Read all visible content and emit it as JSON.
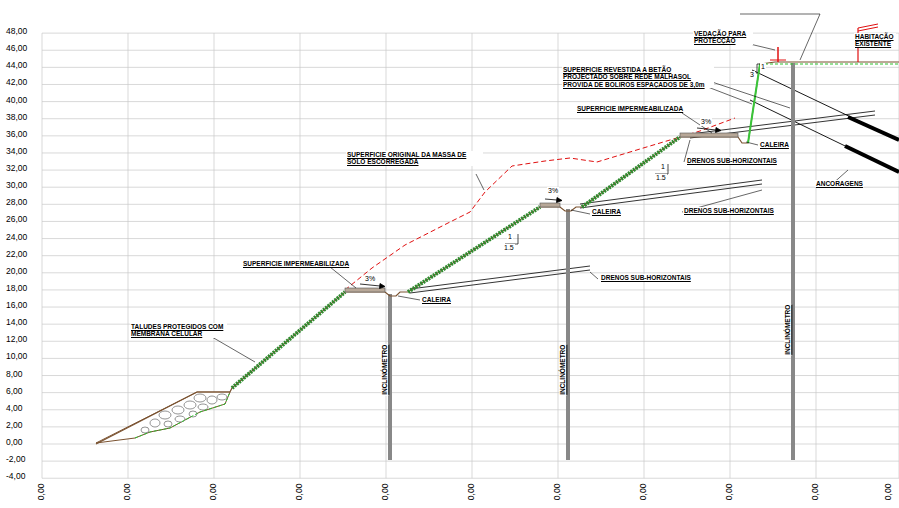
{
  "diagram": {
    "labels": [
      "48,00",
      "46,00",
      "44,00",
      "42,00",
      "40,00",
      "38,00",
      "36,00",
      "34,00",
      "32,00",
      "30,00",
      "28,00",
      "26,00",
      "24,00",
      "22,00",
      "20,00",
      "18,00",
      "16,00",
      "14,00",
      "12,00",
      "10,00",
      "8,00",
      "6,00",
      "4,00",
      "2,00",
      "0,00",
      "-2,00",
      "-4,00",
      "0,00",
      "0,00",
      "0,00",
      "0,00",
      "0,00",
      "0,00",
      "0,00",
      "0,00",
      "0,00",
      "0,00",
      "0,00",
      "VEDAÇÃO PARA PROTECÇÃO",
      "HABITAÇÃO EXISTENTE",
      "SUPERFICIE REVESTIDA A BETÃO PROJECTADO SOBRE REDE MALHASOL PROVIDA DE BOLIROS ESPAÇADOS DE 3,0m",
      "1",
      "3",
      "SUPERFICIE IMPERMEABILIZADA",
      "3%",
      "CALEIRA",
      "DRENOS SUB-HORIZONTAIS",
      "1",
      "1.5",
      "SUPERFICIE ORIGINAL DA MASSA DE SOLO ESCORREGADA",
      "ANCORAGENS",
      "3%",
      "CALEIRA",
      "DRENOS SUB-HORIZONTAIS",
      "1",
      "1.5",
      "SUPERFICIE IMPERMEABILIZADA",
      "3%",
      "CALEIRA",
      "DRENOS SUB-HORIZONTAIS",
      "TALUDES PROTEGIDOS COM MEMBRANA CELULAR",
      "INCLINÓMETRO",
      "INCLINÓMETRO",
      "INCLINÓMETRO"
    ]
  }
}
